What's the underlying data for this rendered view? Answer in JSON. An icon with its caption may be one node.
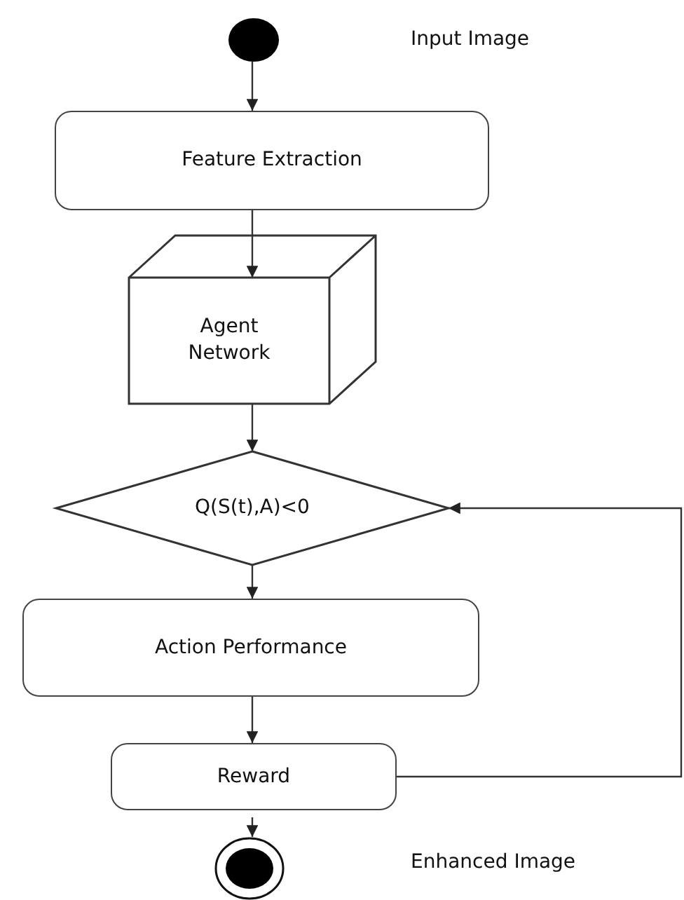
{
  "diagram": {
    "nodes": [
      {
        "text": [],
        "shape": "circle"
      },
      {
        "text": [
          "Feature Extraction"
        ]
      },
      {
        "text": [
          "Agent Network"
        ]
      },
      {
        "text": [
          "Q(S(t),A)<0"
        ]
      },
      {
        "text": [
          "Action Performance"
        ]
      },
      {
        "text": [
          "Reward"
        ]
      },
      {
        "text": [],
        "shape": "circle"
      }
    ],
    "labels": [
      "Input Image",
      "Enhanced Image"
    ],
    "edges": [
      {
        "from": 0,
        "to": 1,
        "arrow": "to"
      },
      {
        "from": 1,
        "to": 2,
        "arrow": "to"
      },
      {
        "from": 2,
        "to": 3,
        "arrow": "to"
      },
      {
        "from": 3,
        "to": 4,
        "arrow": "to"
      },
      {
        "from": 4,
        "to": 5,
        "arrow": "to"
      },
      {
        "from": 5,
        "to": 3,
        "arrow": "to"
      },
      {
        "from": 5,
        "to": 6,
        "arrow": "to"
      }
    ]
  }
}
